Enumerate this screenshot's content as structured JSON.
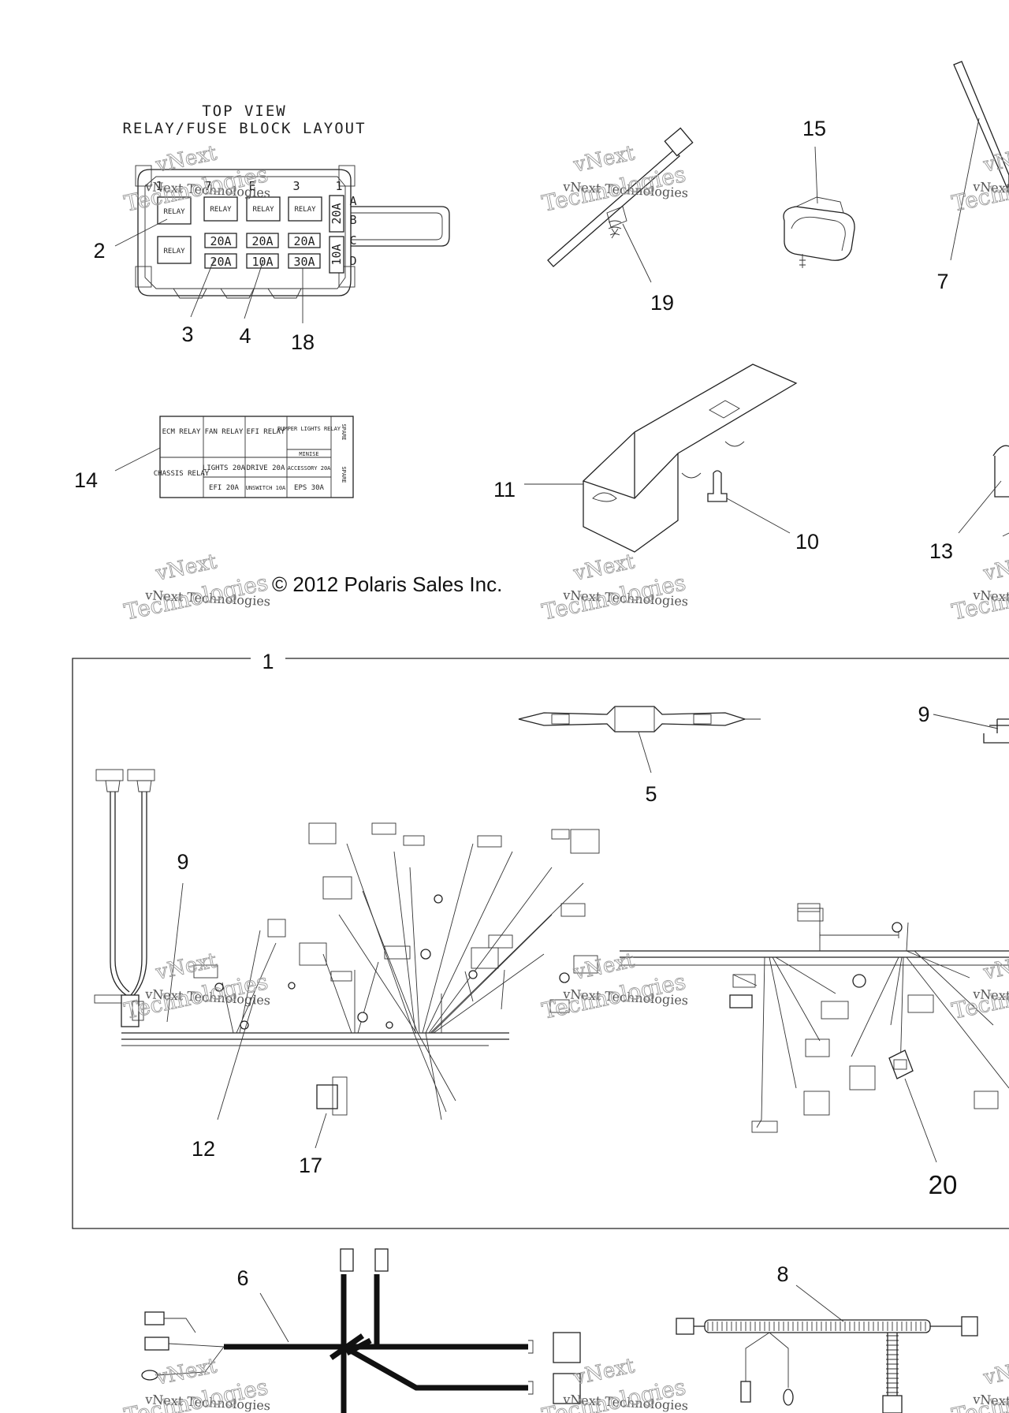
{
  "diagram": {
    "copyright": "© 2012 Polaris Sales Inc.",
    "watermark": {
      "line1": "vNext",
      "line2": "vNext Technologies",
      "line3": "Technologies"
    },
    "fuse_block": {
      "title_line1": "TOP VIEW",
      "title_line2": "RELAY/FUSE BLOCK LAYOUT",
      "columns": [
        "1",
        "7",
        "E",
        "3",
        "1"
      ],
      "rows": [
        "A",
        "B",
        "C",
        "D"
      ],
      "relays": [
        "RELAY",
        "RELAY",
        "RELAY",
        "RELAY",
        "RELAY"
      ],
      "fuses": [
        "20A",
        "20A",
        "20A",
        "20A",
        "10A",
        "30A",
        "20A",
        "10A"
      ]
    },
    "label_table": {
      "cells": [
        "ECM RELAY",
        "FAN RELAY",
        "EFI RELAY",
        "BUMPER LIGHTS RELAY",
        "MINISE",
        "CHASSIS RELAY",
        "LIGHTS 20A",
        "DRIVE 20A",
        "ACCESSORY 20A",
        "EFI 20A",
        "UNSWITCH 10A",
        "EPS 30A",
        "SPARE",
        "SPARE"
      ]
    },
    "callouts": {
      "c1": "1",
      "c2": "2",
      "c3": "3",
      "c4": "4",
      "c5": "5",
      "c6": "6",
      "c7": "7",
      "c8": "8",
      "c9a": "9",
      "c9b": "9",
      "c10": "10",
      "c11": "11",
      "c12": "12",
      "c13": "13",
      "c14": "14",
      "c15": "15",
      "c17": "17",
      "c18": "18",
      "c19": "19",
      "c20": "20"
    }
  }
}
